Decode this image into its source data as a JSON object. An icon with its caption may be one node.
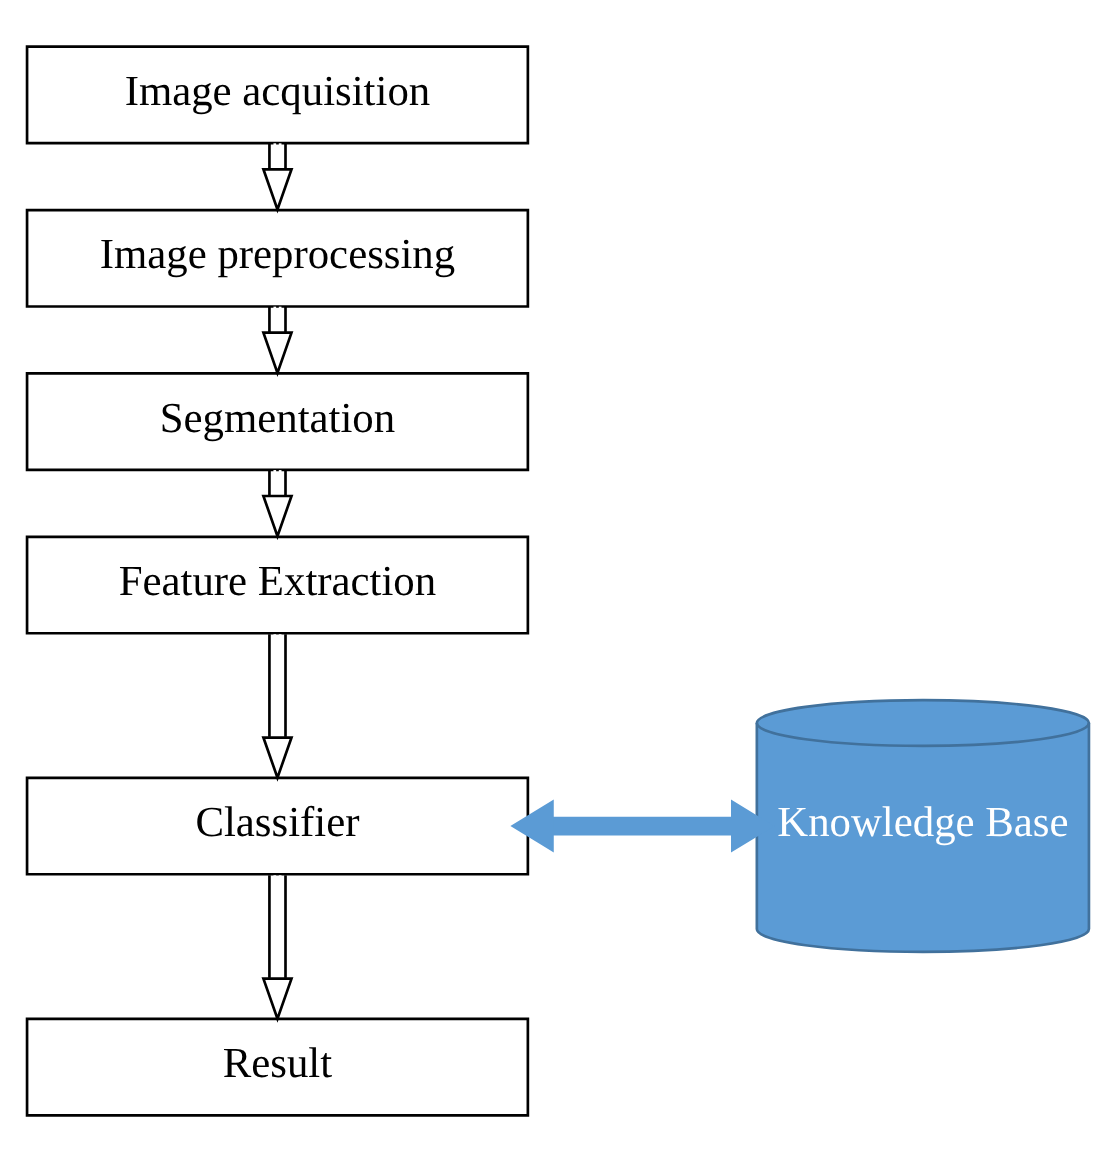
{
  "diagram": {
    "nodes": [
      {
        "text": [
          "Image acquisition"
        ]
      },
      {
        "text": [
          "Image preprocessing"
        ]
      },
      {
        "text": [
          "Segmentation"
        ]
      },
      {
        "text": [
          "Feature Extraction"
        ]
      },
      {
        "text": [
          "Classifier"
        ]
      },
      {
        "text": [
          "Knowledge Base"
        ]
      },
      {
        "text": [
          "Result"
        ]
      }
    ],
    "edges": [
      {
        "from": 0,
        "to": 1,
        "arrow": "to"
      },
      {
        "from": 1,
        "to": 2,
        "arrow": "to"
      },
      {
        "from": 2,
        "to": 3,
        "arrow": "to"
      },
      {
        "from": 3,
        "to": 4,
        "arrow": "to"
      },
      {
        "from": 4,
        "to": 5,
        "arrow": "both",
        "style": "thick",
        "color": "#5b9bd5"
      },
      {
        "from": 4,
        "to": 6,
        "arrow": "to"
      }
    ]
  }
}
